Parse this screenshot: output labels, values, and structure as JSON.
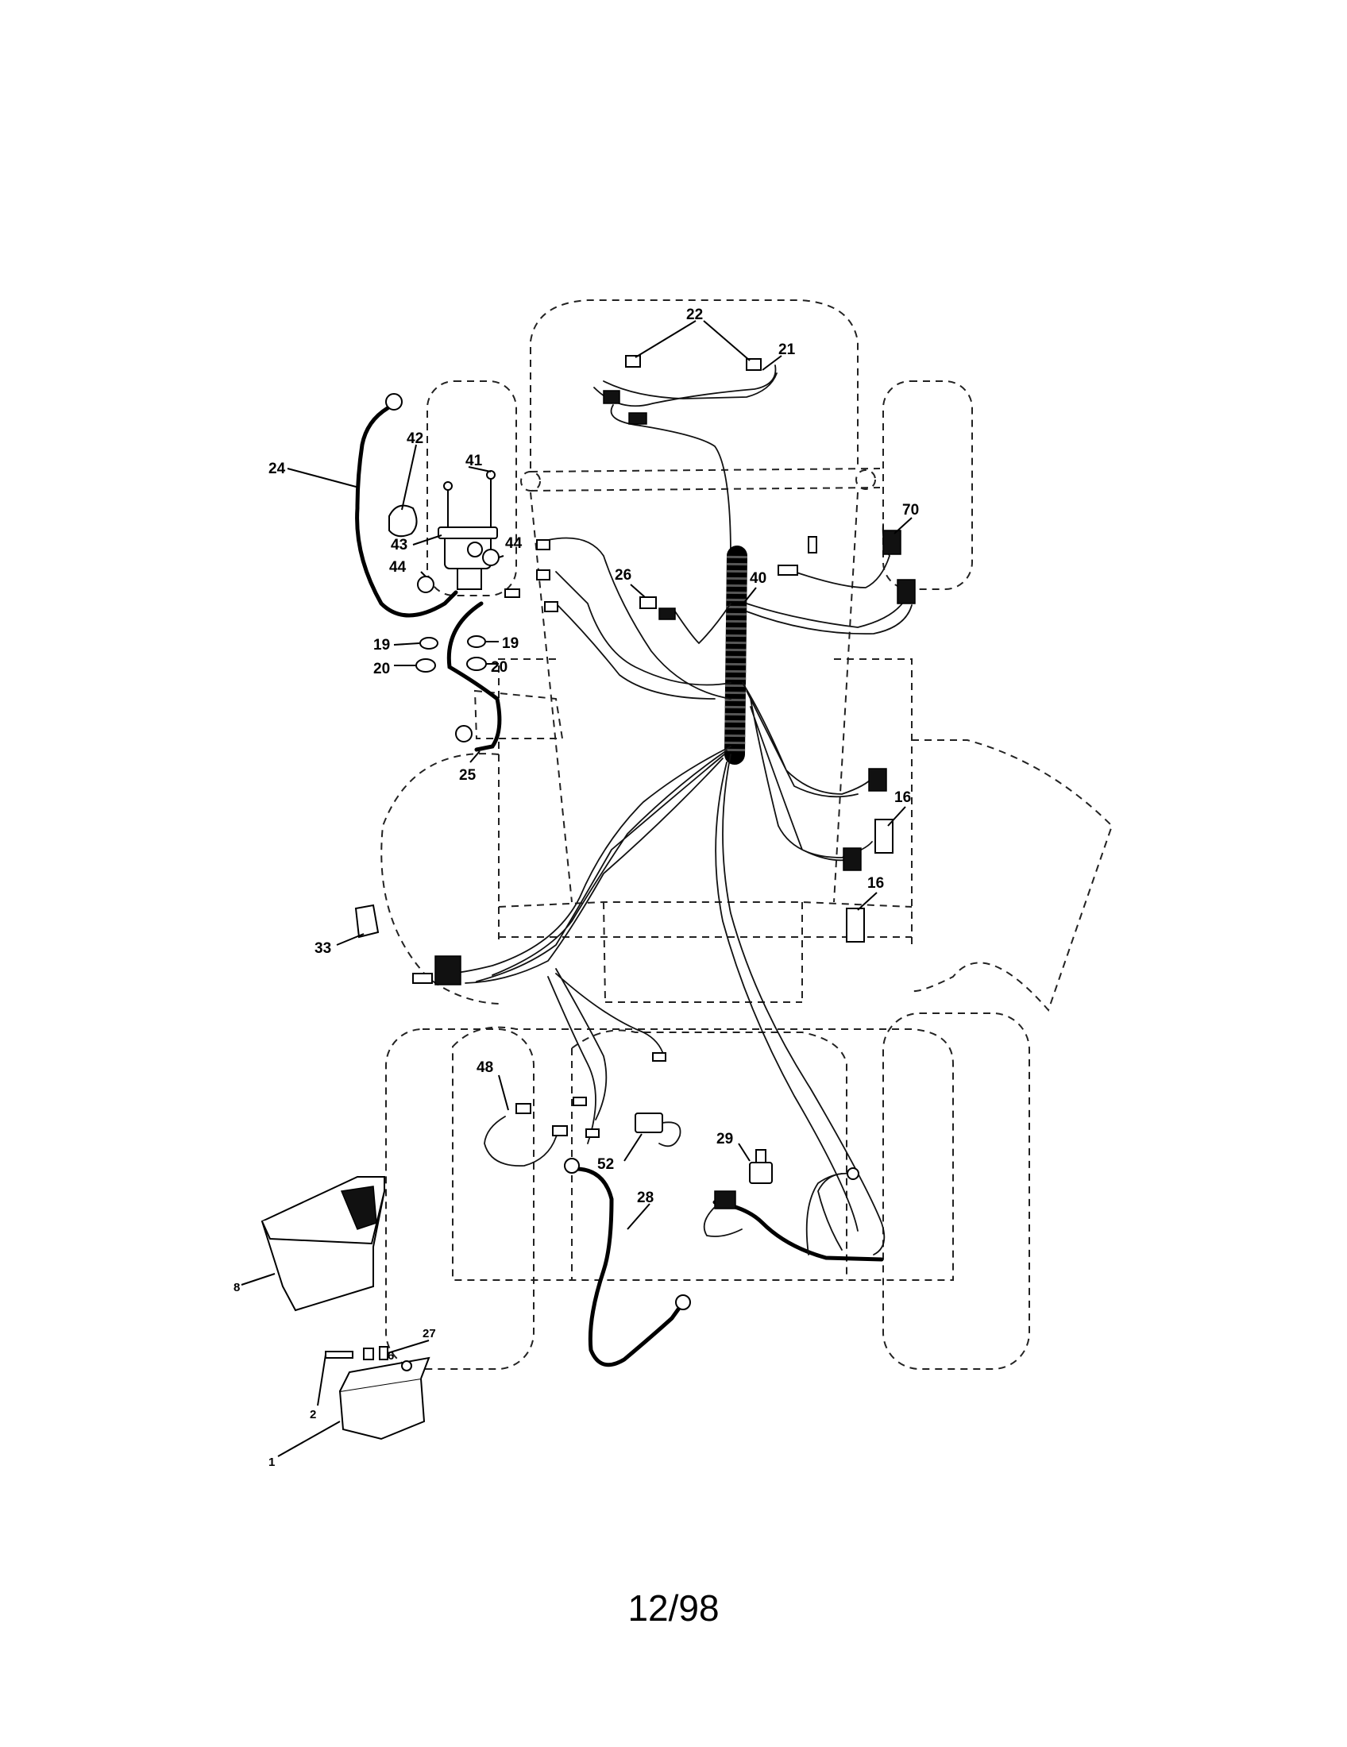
{
  "page": {
    "page_number": "12/98"
  },
  "callouts": {
    "c1": "1",
    "c2": "2",
    "c6": "6",
    "c8": "8",
    "c16a": "16",
    "c16b": "16",
    "c19a": "19",
    "c19b": "19",
    "c20a": "20",
    "c20b": "20",
    "c21": "21",
    "c22": "22",
    "c24": "24",
    "c25": "25",
    "c26": "26",
    "c27": "27",
    "c28": "28",
    "c29": "29",
    "c33": "33",
    "c40": "40",
    "c41": "41",
    "c42": "42",
    "c43": "43",
    "c44a": "44",
    "c44b": "44",
    "c48": "48",
    "c52": "52",
    "c70": "70"
  }
}
